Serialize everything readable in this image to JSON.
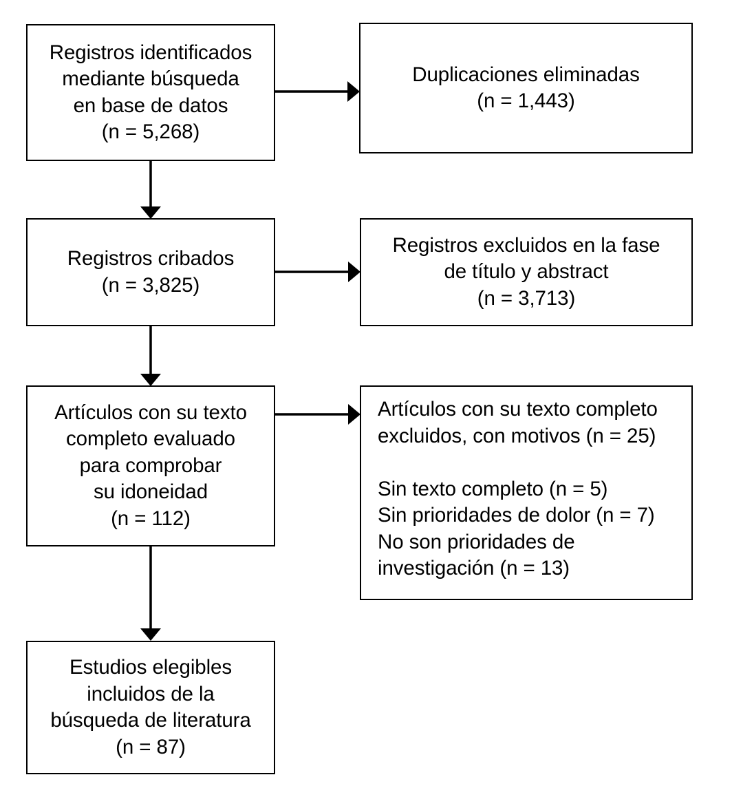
{
  "diagram": {
    "type": "prisma-flow-diagram",
    "language": "es",
    "background_color": "#ffffff",
    "line_color": "#000000",
    "text_color": "#000000",
    "boxes": [
      {
        "id": "identified",
        "name": "records-identified",
        "align": "center",
        "text": "Registros identificados\nmediante búsqueda\nen base de datos\n(n = 5,268)",
        "count": 5268
      },
      {
        "id": "duplicates",
        "name": "duplicates-removed",
        "align": "center",
        "text": "Duplicaciones eliminadas\n(n = 1,443)",
        "count": 1443
      },
      {
        "id": "screened",
        "name": "records-screened",
        "align": "center",
        "text": "Registros cribados\n(n = 3,825)",
        "count": 3825
      },
      {
        "id": "excluded_title_abstract",
        "name": "records-excluded-title-abstract",
        "align": "center",
        "text": "Registros excluidos en la fase\nde título y abstract\n(n = 3,713)",
        "count": 3713
      },
      {
        "id": "fulltext_assessed",
        "name": "full-text-assessed",
        "align": "center",
        "text": "Artículos con su texto\ncompleto evaluado\npara comprobar\nsu idoneidad\n(n = 112)",
        "count": 112
      },
      {
        "id": "excluded_fulltext",
        "name": "full-text-excluded-with-reasons",
        "align": "left",
        "text": "Artículos con su texto completo\nexcluidos, con motivos (n = 25)\n\nSin texto completo (n = 5)\nSin prioridades de dolor (n = 7)\nNo son prioridades de\ninvestigación (n = 13)",
        "count": 25,
        "reasons": [
          {
            "label": "Sin texto completo",
            "n": 5
          },
          {
            "label": "Sin prioridades de dolor",
            "n": 7
          },
          {
            "label": "No son prioridades de investigación",
            "n": 13
          }
        ]
      },
      {
        "id": "included",
        "name": "studies-included",
        "align": "center",
        "text": "Estudios elegibles\nincluidos de la\nbúsqueda de literatura\n(n = 87)",
        "count": 87
      }
    ],
    "connectors": [
      {
        "name": "arrow-identified-to-duplicates",
        "direction": "right"
      },
      {
        "name": "arrow-identified-to-screened",
        "direction": "down"
      },
      {
        "name": "arrow-screened-to-excluded-title-abstract",
        "direction": "right"
      },
      {
        "name": "arrow-screened-to-fulltext",
        "direction": "down"
      },
      {
        "name": "arrow-fulltext-to-excluded-fulltext",
        "direction": "right"
      },
      {
        "name": "arrow-fulltext-to-included",
        "direction": "down"
      }
    ]
  }
}
